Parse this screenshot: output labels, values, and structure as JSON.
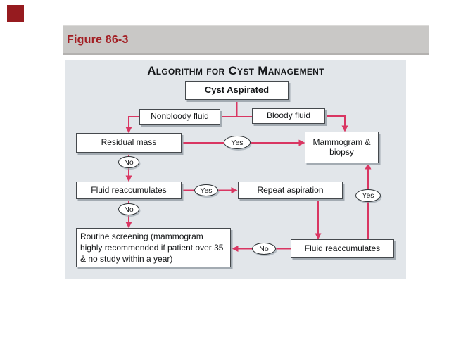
{
  "figure_header": {
    "label": "Figure 86-3"
  },
  "diagram": {
    "title": "Algorithm for Cyst Management",
    "nodes": {
      "cyst_aspirated": "Cyst Aspirated",
      "nonbloody_fluid": "Nonbloody fluid",
      "bloody_fluid": "Bloody fluid",
      "residual_mass": "Residual mass",
      "mammogram_biopsy": "Mammogram & biopsy",
      "fluid_reaccumulates_1": "Fluid reaccumulates",
      "repeat_aspiration": "Repeat aspiration",
      "routine_screening": "Routine screening (mammogram highly recommended if patient over 35 & no study within a year)",
      "fluid_reaccumulates_2": "Fluid reaccumulates"
    },
    "labels": {
      "yes1": "Yes",
      "no1": "No",
      "yes2": "Yes",
      "no2": "No",
      "yes3": "Yes",
      "no3": "No"
    },
    "edges": [
      {
        "from": "Cyst Aspirated",
        "to": "Nonbloody fluid",
        "label": ""
      },
      {
        "from": "Cyst Aspirated",
        "to": "Bloody fluid",
        "label": ""
      },
      {
        "from": "Nonbloody fluid",
        "to": "Residual mass",
        "label": ""
      },
      {
        "from": "Bloody fluid",
        "to": "Mammogram & biopsy",
        "label": ""
      },
      {
        "from": "Residual mass",
        "to": "Mammogram & biopsy",
        "label": "Yes"
      },
      {
        "from": "Residual mass",
        "to": "Fluid reaccumulates",
        "label": "No"
      },
      {
        "from": "Fluid reaccumulates",
        "to": "Repeat aspiration",
        "label": "Yes"
      },
      {
        "from": "Fluid reaccumulates",
        "to": "Routine screening",
        "label": "No"
      },
      {
        "from": "Repeat aspiration",
        "to": "Fluid reaccumulates (after repeat)",
        "label": ""
      },
      {
        "from": "Fluid reaccumulates (after repeat)",
        "to": "Mammogram & biopsy",
        "label": "Yes"
      },
      {
        "from": "Fluid reaccumulates (after repeat)",
        "to": "Routine screening",
        "label": "No"
      }
    ],
    "colors": {
      "accent_square": "#961b1f",
      "figure_text": "#a31f24",
      "caption_bar_bg": "#c9c8c6",
      "panel_bg": "#e2e6ea",
      "connector": "#d93662",
      "box_border": "#45494d",
      "box_shadow": "#a3abb2"
    }
  }
}
